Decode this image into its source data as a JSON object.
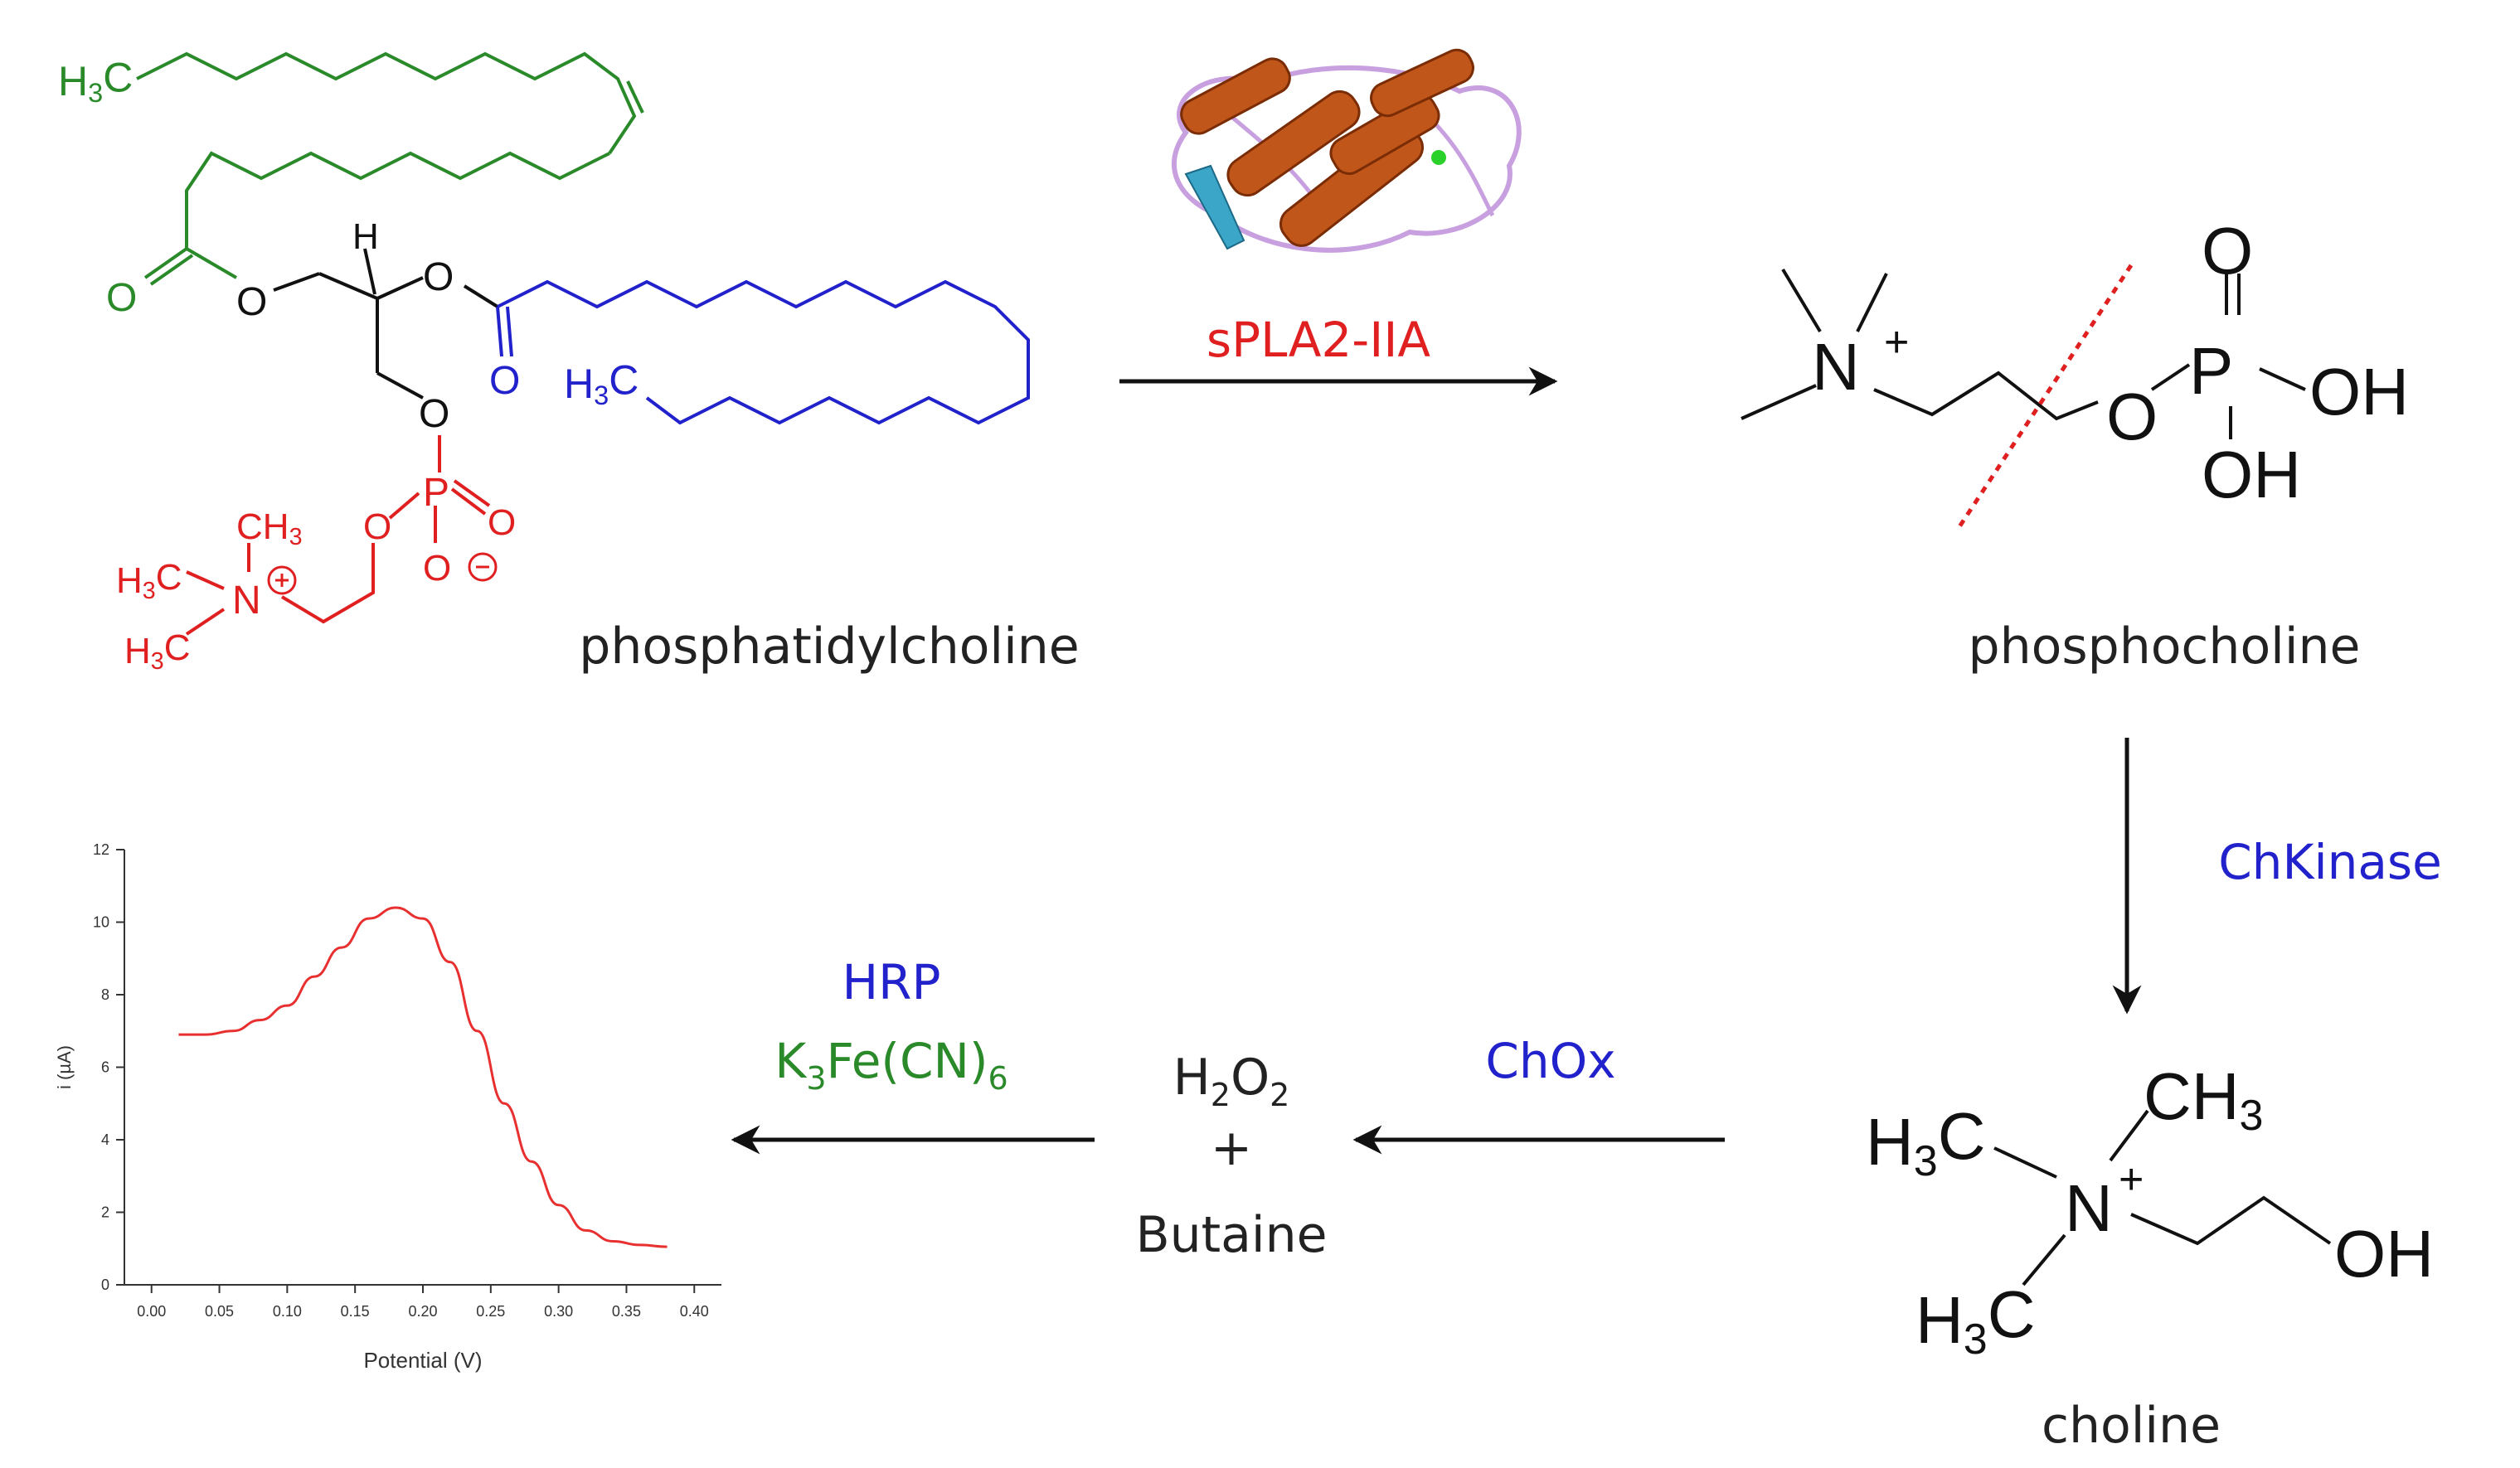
{
  "colors": {
    "green": "#2a8a2a",
    "blue": "#2222cc",
    "red": "#e02020",
    "black": "#111111",
    "curve": "#e83030"
  },
  "labels": {
    "phosphatidylcholine": "phosphatidylcholine",
    "phosphocholine": "phosphocholine",
    "choline": "choline",
    "products_h2o2": "H2O2",
    "products_plus": "+",
    "products_butaine": "Butaine"
  },
  "enzymes": {
    "spla2": "sPLA2-IIA",
    "chkinase": "ChKinase",
    "chox": "ChOx",
    "hrp": "HRP",
    "ferricyanide": "K3Fe(CN)6"
  },
  "atoms": {
    "h3c": "H3C",
    "ch3": "CH3",
    "o": "O",
    "p": "P",
    "h": "H",
    "n": "N",
    "oh": "OH",
    "plus": "+",
    "minus": "−"
  },
  "chart_data": {
    "type": "line",
    "xlabel": "Potential (V)",
    "ylabel": "i (µA)",
    "xlim": [
      -0.02,
      0.42
    ],
    "ylim": [
      0,
      12
    ],
    "xticks": [
      0.0,
      0.05,
      0.1,
      0.15,
      0.2,
      0.25,
      0.3,
      0.35,
      0.4
    ],
    "xtick_labels": [
      "0.00",
      "0.05",
      "0.10",
      "0.15",
      "0.20",
      "0.25",
      "0.30",
      "0.35",
      "0.40"
    ],
    "yticks": [
      0,
      2,
      4,
      6,
      8,
      10,
      12
    ],
    "ytick_labels": [
      "0",
      "2",
      "4",
      "6",
      "8",
      "10",
      "12"
    ],
    "series": [
      {
        "x": [
          0.02,
          0.04,
          0.06,
          0.08,
          0.1,
          0.12,
          0.14,
          0.16,
          0.18,
          0.2,
          0.22,
          0.24,
          0.26,
          0.28,
          0.3,
          0.32,
          0.34,
          0.36,
          0.38
        ],
        "y": [
          6.9,
          6.9,
          7.0,
          7.3,
          7.7,
          8.5,
          9.3,
          10.1,
          10.4,
          10.1,
          8.9,
          7.0,
          5.0,
          3.4,
          2.2,
          1.5,
          1.2,
          1.1,
          1.05
        ]
      }
    ]
  }
}
